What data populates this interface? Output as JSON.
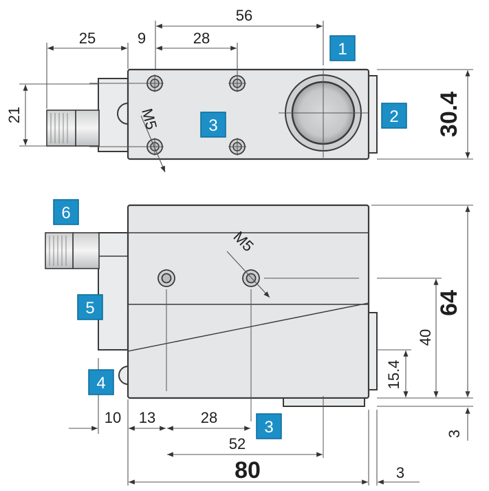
{
  "top_view": {
    "dims": {
      "overall_width": "56",
      "connector_length": "25",
      "hole_offset": "9",
      "hole_spacing": "28",
      "connector_height": "21",
      "body_height": "30.4",
      "thread": "M5"
    },
    "badges": [
      "1",
      "2",
      "3"
    ]
  },
  "side_view": {
    "dims": {
      "overall_height": "64",
      "hole_height": "40",
      "window_height": "15.4",
      "thread": "M5",
      "left_offset": "10",
      "hole_offset": "13",
      "hole_spacing": "28",
      "mount_spacing": "52",
      "overall_length": "80",
      "foot_width": "3",
      "foot_height": "3"
    },
    "badges": [
      "6",
      "5",
      "4",
      "3"
    ]
  },
  "colors": {
    "body": "#e5e6e7",
    "outline": "#3a3a3a",
    "badge": "#1c8fc7"
  }
}
